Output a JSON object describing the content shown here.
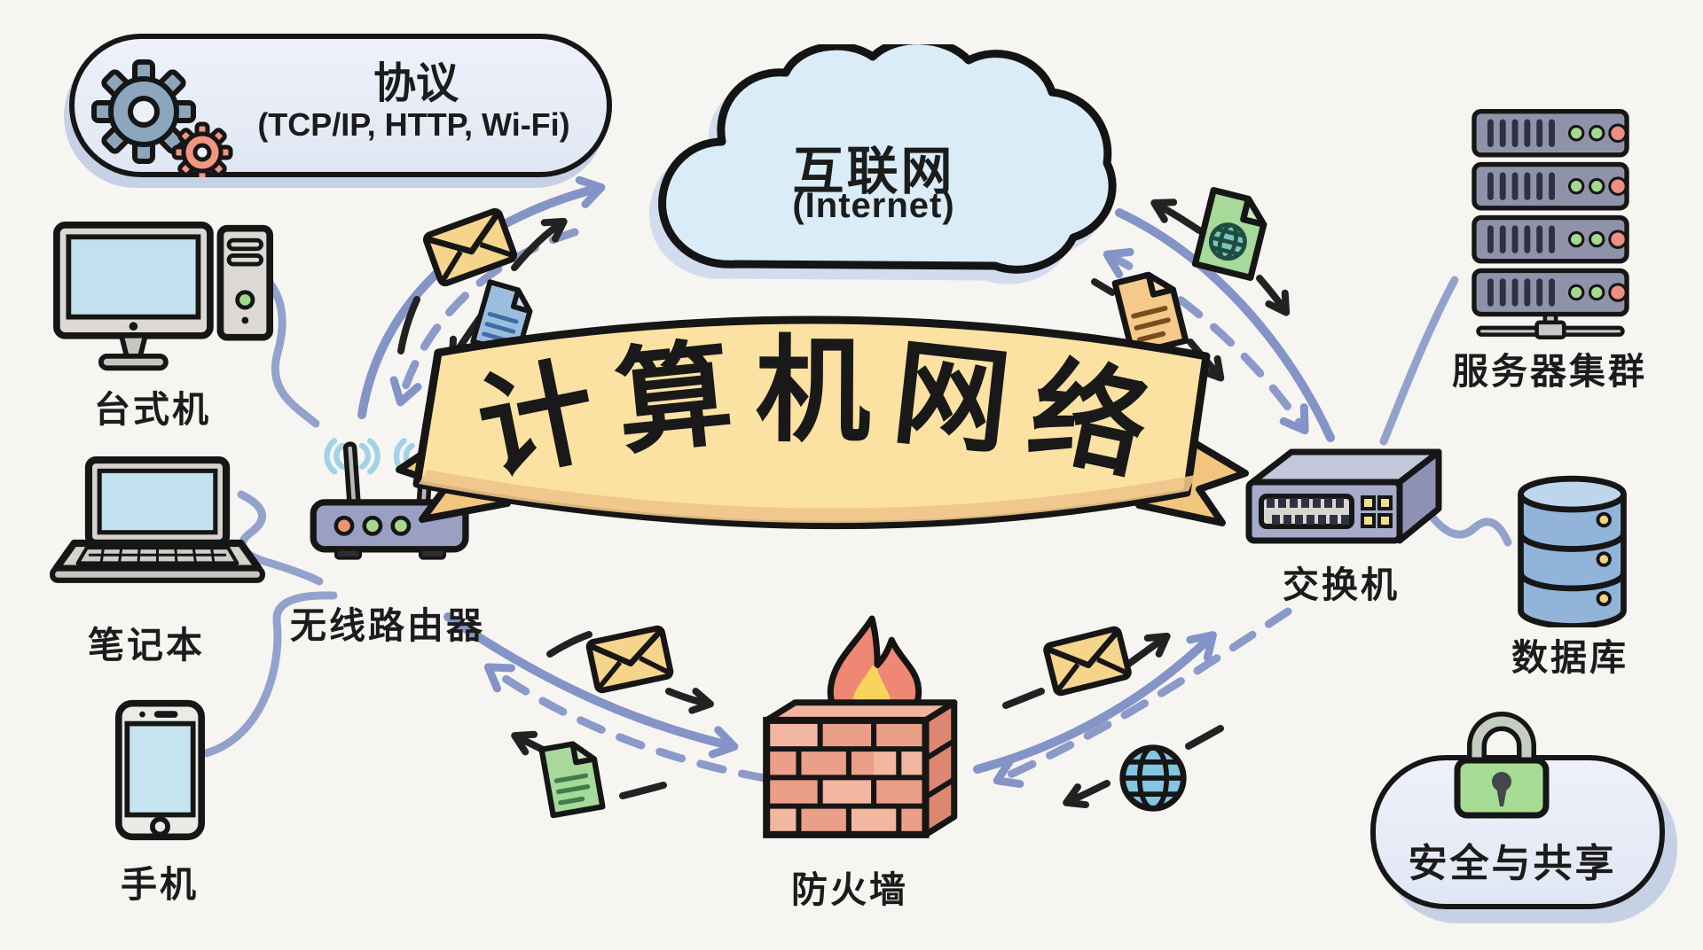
{
  "banner": {
    "text": "计算机网络"
  },
  "protocol_pill": {
    "title": "协议",
    "subtitle": "(TCP/IP, HTTP, Wi-Fi)"
  },
  "cloud": {
    "title": "互联网",
    "subtitle": "(Internet)"
  },
  "nodes": {
    "desktop": {
      "label": "台式机"
    },
    "laptop": {
      "label": "笔记本"
    },
    "phone": {
      "label": "手机"
    },
    "router": {
      "label": "无线路由器"
    },
    "switch": {
      "label": "交换机"
    },
    "server_cluster": {
      "label": "服务器集群"
    },
    "database": {
      "label": "数据库"
    },
    "firewall": {
      "label": "防火墙"
    },
    "security": {
      "label": "安全与共享"
    }
  },
  "icons": {
    "gear_large": "steel-blue gear",
    "gear_small": "orange gear",
    "cloud": "internet cloud",
    "envelope": "yellow mail envelope",
    "document_blue": "blue document with text lines",
    "document_green": "green document with text lines",
    "document_orange": "orange document with text lines",
    "document_globe": "green web-page file with globe",
    "globe": "blue wireframe globe",
    "lock": "green padlock",
    "flame": "fire over firewall",
    "wifi_waves": "wireless signal arcs"
  },
  "colors": {
    "outline": "#161616",
    "arrow_blue": "#8494c6",
    "arrow_black": "#222222",
    "banner_yellow": "#fbe2a2",
    "banner_fold": "#f2c57f",
    "cloud_blue": "#d9ecf8",
    "pill_lavender": "#ecf0f9",
    "screen_blue": "#c2e1ef",
    "device_gray": "#dcd9d4",
    "router_purple": "#9aa0c2",
    "server_gray": "#8f93aa",
    "switch_lavender": "#a7abc9",
    "database_blue": "#92b4d8",
    "brick_red": "#eb9e88",
    "flame_red": "#ee8773",
    "flame_yellow": "#f8d45e",
    "lock_green": "#a6dc94",
    "led_green": "#a4da8e",
    "led_red": "#ee8f84"
  }
}
